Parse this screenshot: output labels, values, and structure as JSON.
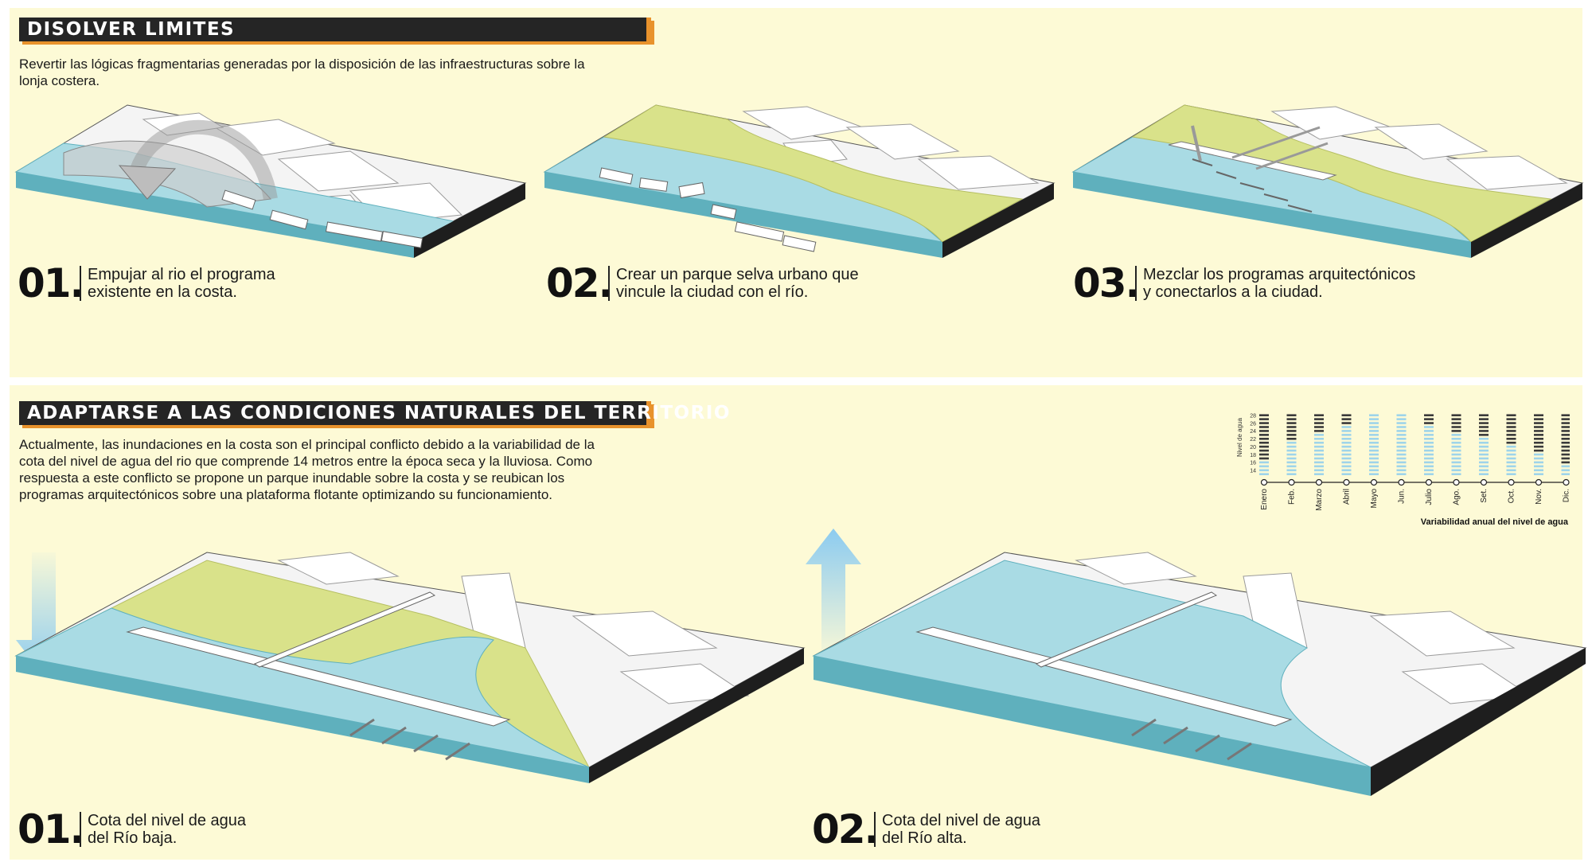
{
  "top": {
    "title": "DISOLVER LIMITES",
    "intro_line1": "Revertir las lógicas fragmentarias generadas por la disposición de las infraestructuras sobre la",
    "intro_line2": "lonja costera.",
    "steps": [
      {
        "num": "01.",
        "line1": "Empujar al rio el programa",
        "line2": "existente en la costa."
      },
      {
        "num": "02.",
        "line1": "Crear un parque selva urbano que",
        "line2": "vincule la ciudad con el río."
      },
      {
        "num": "03.",
        "line1": "Mezclar los programas arquitectónicos",
        "line2": "y conectarlos a la ciudad."
      }
    ]
  },
  "bottom": {
    "title": "ADAPTARSE A LAS CONDICIONES NATURALES DEL TERRITORIO",
    "intro_lines": [
      "Actualmente, las inundaciones en la costa son el principal conflicto debido a la variabilidad de la",
      "cota del nivel de agua del rio que comprende 14 metros entre la época seca y la  lluviosa. Como",
      "respuesta a este conflicto se propone un parque inundable sobre la costa y se reubican los",
      "programas arquitectónicos sobre una plataforma flotante optimizando su funcionamiento."
    ],
    "steps": [
      {
        "num": "01.",
        "line1": "Cota del nivel de agua",
        "line2": "del Río baja."
      },
      {
        "num": "02.",
        "line1": "Cota del nivel de agua",
        "line2": "del Río alta."
      }
    ]
  },
  "colors": {
    "water": "#a9dbe4",
    "water_dark": "#5fb0bd",
    "park": "#d9e28a",
    "land": "#f4f4f4",
    "base": "#1e1e1e",
    "accent": "#e8922c",
    "bar_dark": "#3a3a3a",
    "bar_light": "#9ed4ea",
    "arrow": "#8ccbf0"
  },
  "icons": {
    "down_arrow": "arrow-down-icon",
    "up_arrow": "arrow-up-icon"
  },
  "chart_data": {
    "type": "heatmap",
    "title": "Variabilidad anual del nivel de agua",
    "ylabel": "Nivel de agua",
    "yticks": [
      14,
      16,
      18,
      20,
      22,
      24,
      26,
      28
    ],
    "ylim": [
      13,
      28
    ],
    "months": [
      "Enero",
      "Feb.",
      "Marzo",
      "Abril",
      "Mayo",
      "Jun.",
      "Julio",
      "Ago.",
      "Set.",
      "Oct.",
      "Nov.",
      "Dic."
    ],
    "water_level": [
      16,
      21,
      23,
      25,
      28,
      28,
      25,
      23,
      22,
      20,
      18,
      15
    ]
  }
}
